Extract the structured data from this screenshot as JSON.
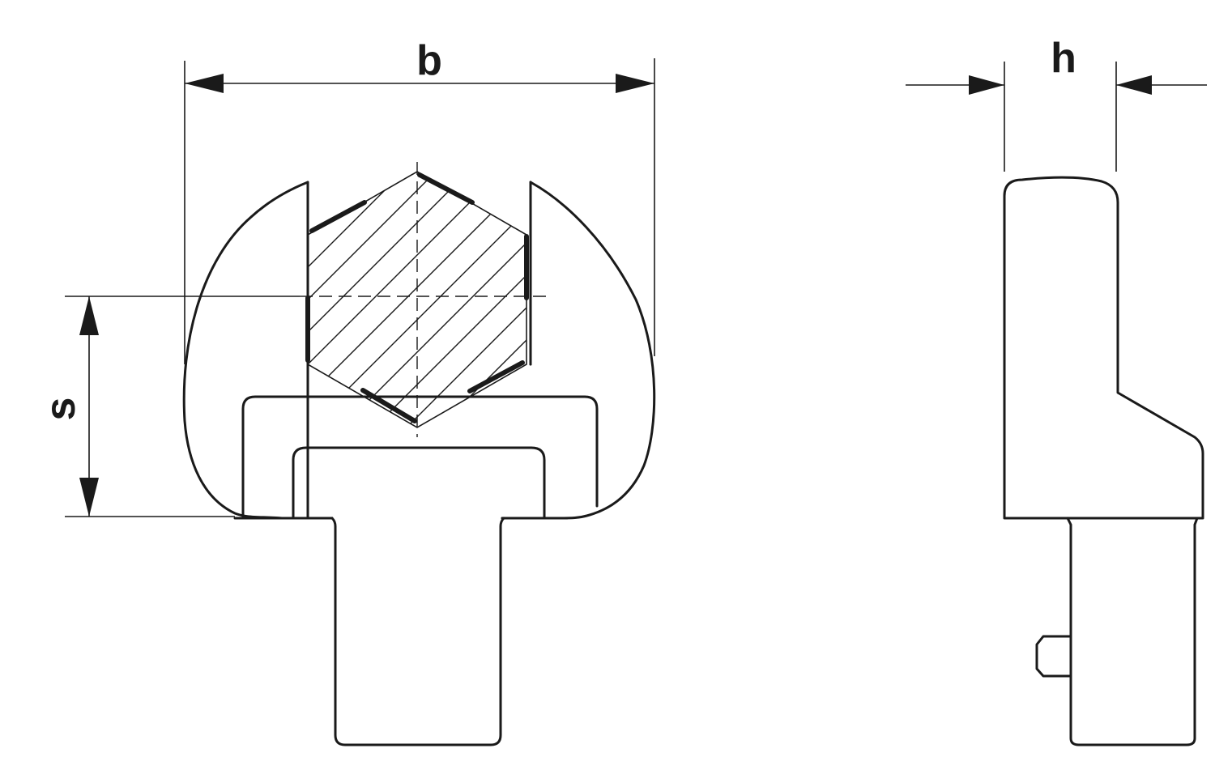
{
  "drawing": {
    "labels": {
      "width": "b",
      "height": "h",
      "size": "s"
    },
    "colors": {
      "stroke": "#1a1a1a",
      "background": "#ffffff"
    }
  }
}
